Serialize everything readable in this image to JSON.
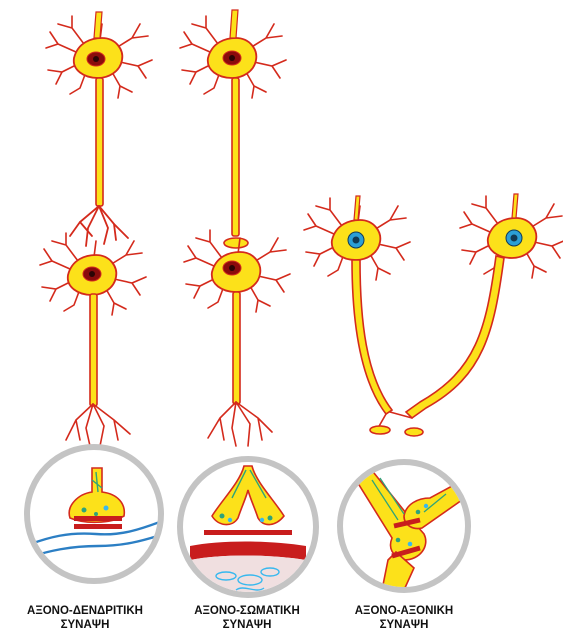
{
  "colors": {
    "cell_fill": "#fce11a",
    "outline": "#d42a1c",
    "nucleus": "#8a0c0c",
    "nucleus_dot": "#2b0505",
    "nucleus_blue": "#2b9fd6",
    "nucleus_blue_inner": "#123a55",
    "circle_ring": "#c4c4c4",
    "circle_fill": "#ffffff",
    "membrane_blue": "#2c7fc4",
    "vesicle_green": "#2fa37a",
    "vesicle_blue": "#38b8ee",
    "gap_red": "#c81d1d"
  },
  "icons": {
    "neuron": "neuron-icon",
    "synapse_detail": "magnified-synapse-icon"
  },
  "captions": [
    {
      "line1": "ΑΞΟΝΟ-ΔΕΝΔΡΙΤΙΚΗ",
      "line2": "ΣΥΝΑΨΗ"
    },
    {
      "line1": "ΑΞΟΝΟ-ΣΩΜΑΤΙΚΗ",
      "line2": "ΣΥΝΑΨΗ"
    },
    {
      "line1": "ΑΞΟΝΟ-ΑΞΟΝΙΚΗ",
      "line2": "ΣΥΝΑΨΗ"
    }
  ]
}
